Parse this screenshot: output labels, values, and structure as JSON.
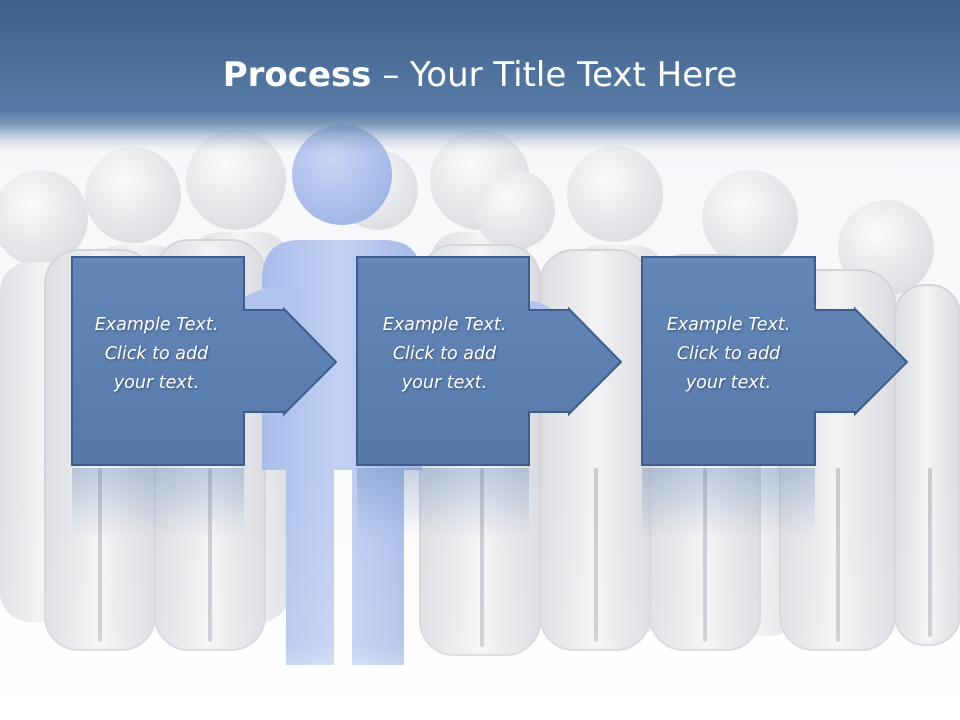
{
  "slide": {
    "title_bold": "Process",
    "title_rest": " – Your Title Text Here"
  },
  "colors": {
    "title_bar": "#4f74a0",
    "box_fill": "#5d82b3",
    "box_border": "#3b5e8c",
    "figure_highlight": "#b4c6ee",
    "figure_neutral": "#ebebee"
  },
  "steps": [
    {
      "line1": "Example Text.",
      "line2": "Click  to add",
      "line3": "your text."
    },
    {
      "line1": "Example Text.",
      "line2": "Click  to add",
      "line3": "your text."
    },
    {
      "line1": "Example Text.",
      "line2": "Click  to add",
      "line3": "your text."
    }
  ]
}
